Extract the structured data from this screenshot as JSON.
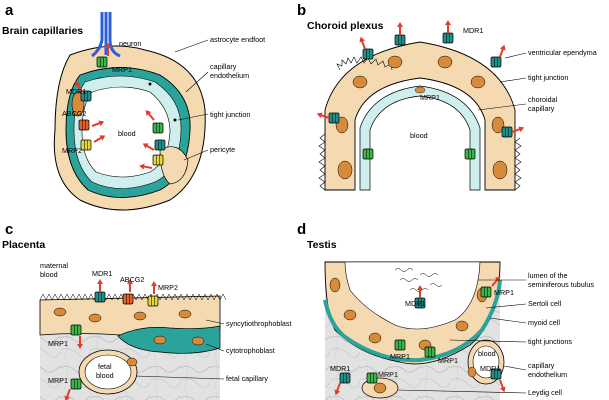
{
  "colors": {
    "cytoplasm": "#f5d9b0",
    "nucleus": "#d68a3a",
    "endothelium": "#2aa39a",
    "blood_bg": "#ffffff",
    "neuron": "#2f5fd6",
    "tissue": "#dcdcdc",
    "mrp1": "#3bb54a",
    "mdr1": "#1f8f8a",
    "abcg2": "#e0632a",
    "mrp2": "#e6d43a",
    "efflux_arrow": "#e23c2a"
  },
  "icons": [
    "transporter-icon",
    "efflux-arrow-icon",
    "nucleus-icon",
    "microvilli-icon",
    "tight-junction-icon"
  ],
  "panels": {
    "a": {
      "letter": "a",
      "title": "Brain capillaries",
      "labels": {
        "neuron": "neuron",
        "astrocyte": "astrocyte endfoot",
        "capillary_endo": "capillary\nendothelium",
        "tight_junction": "tight junction",
        "pericyte": "pericyte",
        "mrp1": "MRP1",
        "mdr1": "MDR1",
        "abcg2": "ABCG2",
        "mrp2": "MRP2",
        "blood": "blood"
      }
    },
    "b": {
      "letter": "b",
      "title": "Choroid plexus",
      "labels": {
        "mdr1": "MDR1",
        "ventricular": "ventricular ependyma",
        "tight_junction": "tight junction",
        "mrp1": "MRP1",
        "choroidal": "choroidal\ncapillary",
        "blood": "blood"
      }
    },
    "c": {
      "letter": "c",
      "title": "Placenta",
      "labels": {
        "maternal": "maternal\nblood",
        "mdr1": "MDR1",
        "abcg2": "ABCG2",
        "mrp2": "MRP2",
        "syncytio": "syncytiothrophoblast",
        "cytotro": "cytotrophoblast",
        "mrp1_top": "MRP1",
        "fetal_blood": "fetal\nblood",
        "fetal_cap": "fetal capillary",
        "mrp1_bottom": "MRP1"
      }
    },
    "d": {
      "letter": "d",
      "title": "Testis",
      "labels": {
        "lumen": "lumen of the\nseminiferous tubulus",
        "mrp1_right": "MRP1",
        "sertoli": "Sertoli cell",
        "myoid": "myoid cell",
        "tight_junctions": "tight junctions",
        "mdr1_center": "MDR1",
        "mrp1_a": "MRP1",
        "mrp1_b": "MRP1",
        "blood": "blood",
        "mdr1_bl": "MDR1",
        "mrp1_bl": "MRP1",
        "mdr1_r": "MDR1",
        "cap_endo": "capillary\nendothelium",
        "leydig": "Leydig cell"
      }
    }
  }
}
